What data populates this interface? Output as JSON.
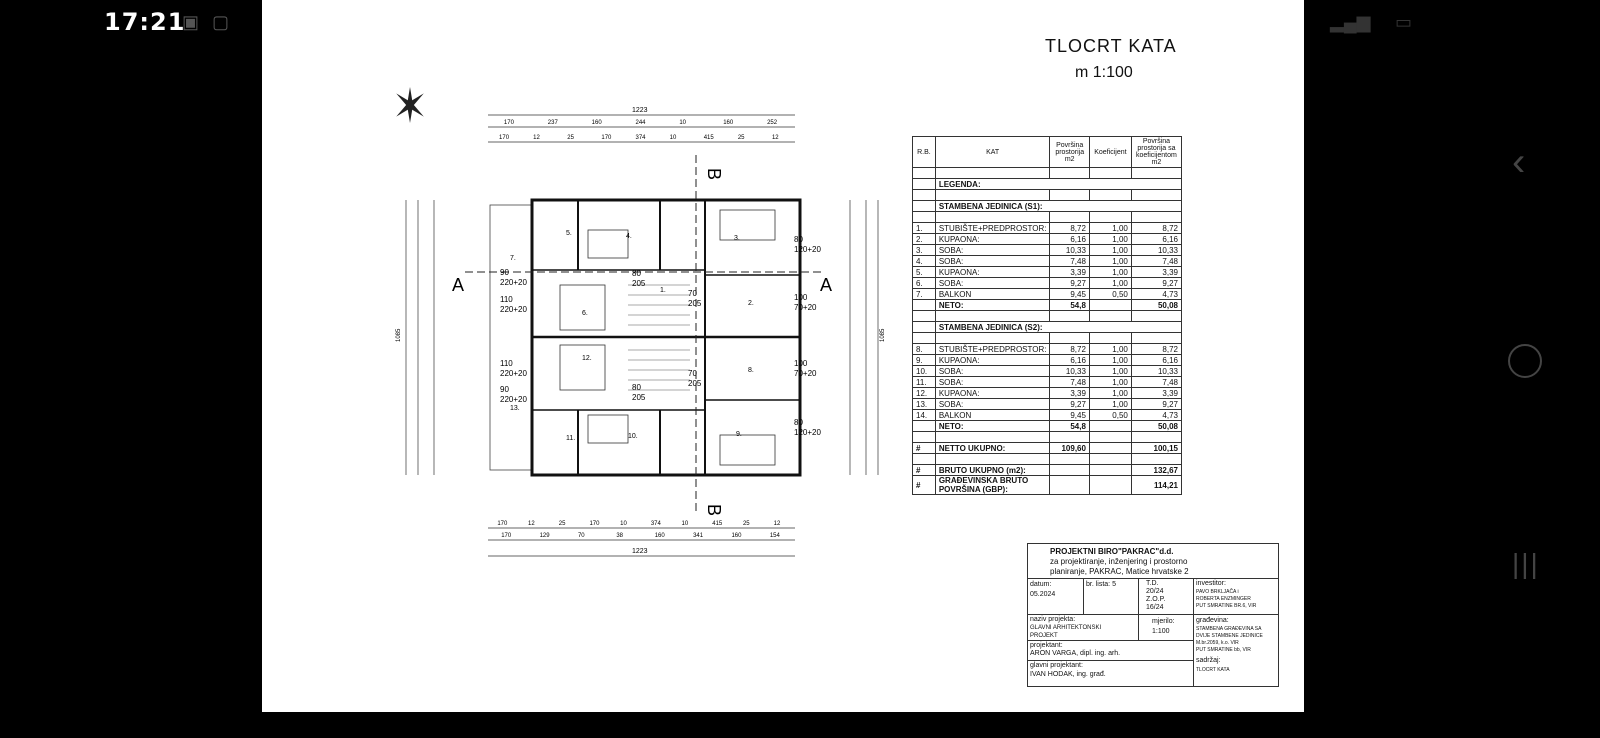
{
  "status_bar": {
    "time": "17:21"
  },
  "plan": {
    "title": "TLOCRT  KATA",
    "scale": "m 1:100",
    "section_a": "A",
    "section_b": "B",
    "dims_top_outer": "1223",
    "dims_top_row1": [
      "170",
      "237",
      "160",
      "244",
      "10",
      "160",
      "252"
    ],
    "dims_top_row2": [
      "170",
      "12",
      "25",
      "170",
      "374",
      "10",
      "415",
      "25",
      "12"
    ],
    "dims_bottom_row1": [
      "170",
      "12",
      "25",
      "170",
      "10",
      "374",
      "10",
      "415",
      "25",
      "12"
    ],
    "dims_bottom_row2": [
      "170",
      "129",
      "70",
      "38",
      "160",
      "341",
      "160",
      "154"
    ],
    "dims_bottom_outer": "1223",
    "left_total": "1085",
    "right_total": "1085",
    "rooms": [
      "1.",
      "2.",
      "3.",
      "4.",
      "5.",
      "6.",
      "7.",
      "8.",
      "9.",
      "10.",
      "11.",
      "12.",
      "13."
    ],
    "door_labels": [
      "80\n120+20",
      "100\n70+20",
      "100\n70+20",
      "80\n120+20",
      "90\n220+20",
      "110\n220+20",
      "110\n220+20",
      "90\n220+20",
      "80\n205",
      "70\n205",
      "80\n205",
      "70\n205"
    ]
  },
  "table": {
    "headers": [
      "R.B.",
      "KAT",
      "Površina prostorija m2",
      "Koeficijent",
      "Površina prostorija sa koeficijentom m2"
    ],
    "legend": "LEGENDA:",
    "unit1_title": "STAMBENA JEDINICA (S1):",
    "unit1_rows": [
      [
        "1.",
        "STUBIŠTE+PREDPROSTOR:",
        "8,72",
        "1,00",
        "8,72"
      ],
      [
        "2.",
        "KUPAONA:",
        "6,16",
        "1,00",
        "6,16"
      ],
      [
        "3.",
        "SOBA:",
        "10,33",
        "1,00",
        "10,33"
      ],
      [
        "4.",
        "SOBA:",
        "7,48",
        "1,00",
        "7,48"
      ],
      [
        "5.",
        "KUPAONA:",
        "3,39",
        "1,00",
        "3,39"
      ],
      [
        "6.",
        "SOBA:",
        "9,27",
        "1,00",
        "9,27"
      ],
      [
        "7.",
        "BALKON",
        "9,45",
        "0,50",
        "4,73"
      ]
    ],
    "unit1_neto": [
      "",
      "NETO:",
      "54,8",
      "",
      "50,08"
    ],
    "unit2_title": "STAMBENA JEDINICA (S2):",
    "unit2_rows": [
      [
        "8.",
        "STUBIŠTE+PREDPROSTOR:",
        "8,72",
        "1,00",
        "8,72"
      ],
      [
        "9.",
        "KUPAONA:",
        "6,16",
        "1,00",
        "6,16"
      ],
      [
        "10.",
        "SOBA:",
        "10,33",
        "1,00",
        "10,33"
      ],
      [
        "11.",
        "SOBA:",
        "7,48",
        "1,00",
        "7,48"
      ],
      [
        "12.",
        "KUPAONA:",
        "3,39",
        "1,00",
        "3,39"
      ],
      [
        "13.",
        "SOBA:",
        "9,27",
        "1,00",
        "9,27"
      ],
      [
        "14.",
        "BALKON",
        "9,45",
        "0,50",
        "4,73"
      ]
    ],
    "unit2_neto": [
      "",
      "NETO:",
      "54,8",
      "",
      "50,08"
    ],
    "netto_total": [
      "#",
      "NETTO UKUPNO:",
      "109,60",
      "",
      "100,15"
    ],
    "bruto_total": [
      "#",
      "BRUTO UKUPNO (m2):",
      "",
      "",
      "132,67"
    ],
    "gbp_total": [
      "#",
      "GRAĐEVINSKA BRUTO POVRŠINA (GBP):",
      "",
      "",
      "114,21"
    ]
  },
  "title_block": {
    "firm_line1": "PROJEKTNI BIRO\"PAKRAC\"d.d.",
    "firm_line2": "za projektiranje, inženjering i prostorno",
    "firm_line3": "planiranje, PAKRAC, Matice hrvatske 2",
    "datum_label": "datum:",
    "datum_value": "05.2024",
    "br_lista": "br. lista: 5",
    "td_label": "T.D.",
    "td_value": "20/24",
    "zop_label": "Z.O.P.",
    "zop_value": "16/24",
    "investitor_label": "investitor:",
    "investitor_value1": "PAVO BRKLJAČA i",
    "investitor_value2": "ROBERTA ENZMINGER",
    "investitor_value3": "PUT SMRATINE BR.6, VIR",
    "naziv_label": "naziv projekta:",
    "naziv_value1": "GLAVNI ARHITEKTONSKI",
    "naziv_value2": "PROJEKT",
    "mjerilo_label": "mjerilo:",
    "mjerilo_value": "1:100",
    "gradevina_label": "građevina:",
    "gradevina_value1": "STAMBENA GRAĐEVINA SA",
    "gradevina_value2": "DVIJE STAMBENE JEDINICE",
    "gradevina_value3": "M.br.2059, k.o. VIR",
    "gradevina_value4": "PUT SMRATINE bb, VIR",
    "projektant_label": "projektant:",
    "projektant_value": "ARON VARGA, dipl. ing. arh.",
    "glavni_label": "glavni projektant:",
    "glavni_value": "IVAN HODAK, ing. građ.",
    "sadrzaj_label": "sadržaj:",
    "sadrzaj_value": "TLOCRT KATA"
  }
}
